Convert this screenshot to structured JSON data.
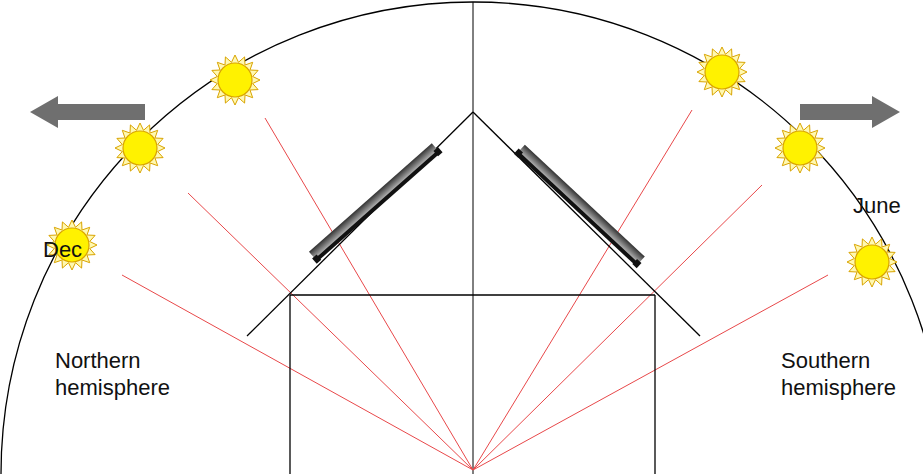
{
  "diagram": {
    "labels": [
      "Dec",
      "June",
      "Northern hemisphere",
      "Southern hemisphere"
    ]
  }
}
